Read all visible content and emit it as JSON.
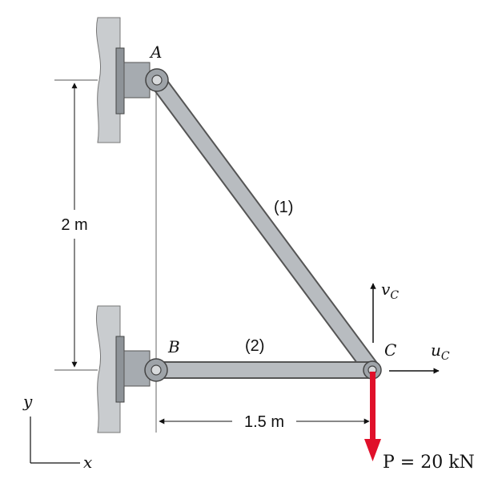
{
  "labels": {
    "point_a": "A",
    "point_b": "B",
    "point_c": "C",
    "member_1": "(1)",
    "member_2": "(2)",
    "dim_vertical": "2 m",
    "dim_horizontal": "1.5 m",
    "load": "P = 20 kN",
    "v_main": "v",
    "v_sub": "C",
    "u_main": "u",
    "u_sub": "C",
    "axis_y": "y",
    "axis_x": "x"
  },
  "colors": {
    "load_arrow": "#e0102a",
    "member_fill": "#b8bcc0",
    "wall_fill": "#c9cccf",
    "pin_fill": "#9ea3a8"
  }
}
